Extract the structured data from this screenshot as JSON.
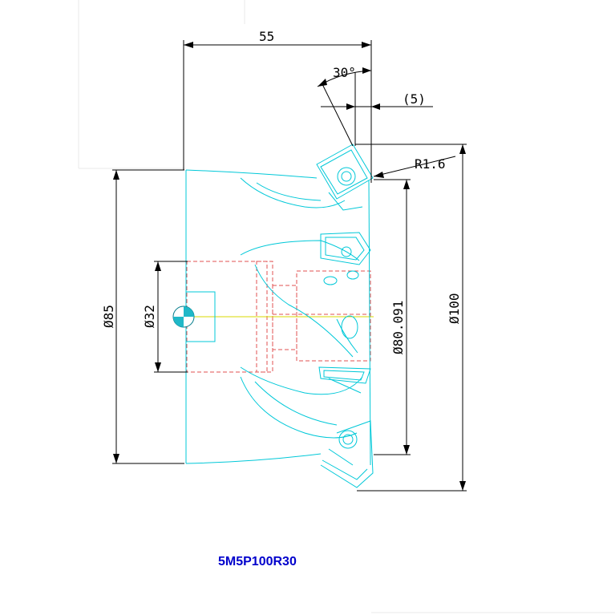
{
  "drawing": {
    "model_code": "5M5P100R30",
    "dimensions": {
      "length": "55",
      "angle": "30°",
      "offset": "(5)",
      "corner_radius": "R1.6",
      "dia_shank": "Ø85",
      "dia_bore": "Ø32",
      "dia_pitch": "Ø80.091",
      "dia_cutter": "Ø100"
    },
    "colors": {
      "body_outline": "#00c8d8",
      "hidden_lines": "#e05050",
      "centerline": "#d8d800",
      "dimension_lines": "#000000",
      "model_code": "#0000cc"
    }
  }
}
